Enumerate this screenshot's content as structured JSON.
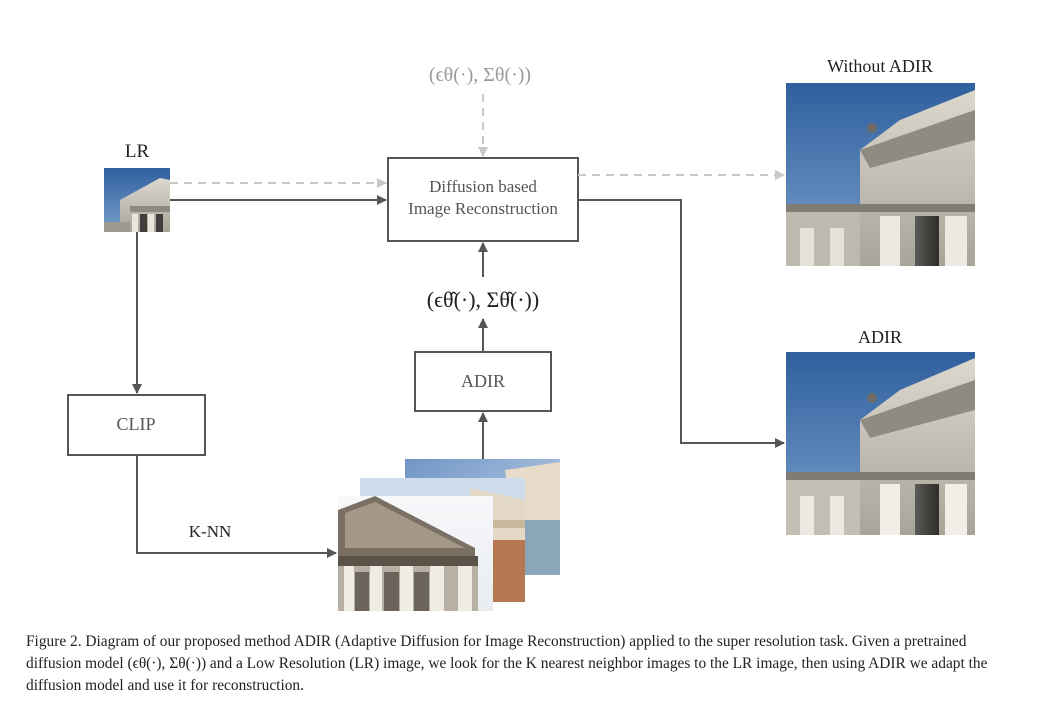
{
  "diagram": {
    "labels": {
      "lr": "LR",
      "without_adir": "Without ADIR",
      "adir_result": "ADIR",
      "knn": "K-NN"
    },
    "nodes": {
      "diffusion_line1": "Diffusion based",
      "diffusion_line2": "Image Reconstruction",
      "adir": "ADIR",
      "clip": "CLIP"
    },
    "formulas": {
      "top": "(ϵθ(·), Σθ(·))",
      "bottom": "(ϵθ̂(·), Σθ̂(·))"
    },
    "colors": {
      "box_stroke": "#555555",
      "arrow_dark": "#555555",
      "arrow_light": "#c8c8c8",
      "top_formula": "#9a9a9a",
      "sky": "#4a78b4",
      "stone": "#c9c6bc"
    }
  },
  "caption": {
    "text": "Figure 2.  Diagram of our proposed method ADIR (Adaptive Diffusion for Image Reconstruction) applied to the super resolution task. Given a pretrained diffusion model (ϵθ(·), Σθ(·)) and a Low Resolution (LR) image, we look for the K nearest neighbor images to the LR image, then using ADIR we adapt the diffusion model and use it for reconstruction."
  }
}
